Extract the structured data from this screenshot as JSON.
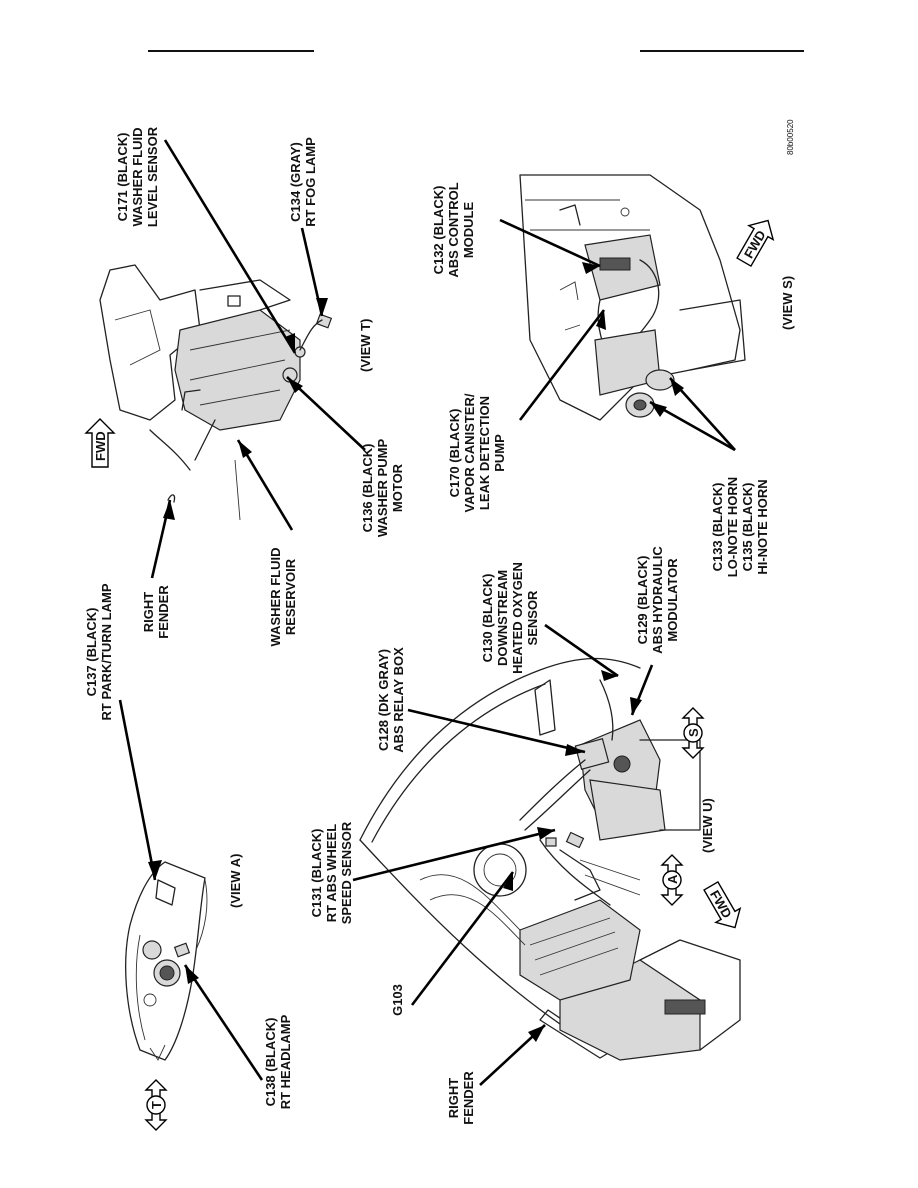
{
  "header": {
    "left_rule": "",
    "right_rule": ""
  },
  "figure_id": "80b00520",
  "views": {
    "view_a": "(VIEW A)",
    "view_u": "(VIEW U)",
    "view_t": "(VIEW T)",
    "view_s": "(VIEW S)"
  },
  "direction_markers": {
    "fwd_t": "FWD",
    "fwd_u": "FWD",
    "fwd_s": "FWD",
    "a": "A",
    "s": "S",
    "t": "T"
  },
  "labels": {
    "c137": [
      "C137 (BLACK)",
      "RT PARK/TURN LAMP"
    ],
    "c138": [
      "C138 (BLACK)",
      "RT HEADLAMP"
    ],
    "c131": [
      "C131 (BLACK)",
      "RT ABS WHEEL",
      "SPEED SENSOR"
    ],
    "g103": [
      "G103"
    ],
    "right_fender_u": [
      "RIGHT",
      "FENDER"
    ],
    "c128": [
      "C128 (DK GRAY)",
      "ABS RELAY BOX"
    ],
    "c130": [
      "C130 (BLACK)",
      "DOWNSTREAM",
      "HEATED OXYGEN",
      "SENSOR"
    ],
    "c129": [
      "C129 (BLACK)",
      "ABS HYDRAULIC",
      "MODULATOR"
    ],
    "right_fender_t": [
      "RIGHT",
      "FENDER"
    ],
    "washer_reservoir": [
      "WASHER FLUID",
      "RESERVOIR"
    ],
    "c136": [
      "C136 (BLACK)",
      "WASHER PUMP",
      "MOTOR"
    ],
    "c171": [
      "C171 (BLACK)",
      "WASHER FLUID",
      "LEVEL SENSOR"
    ],
    "c134": [
      "C134 (GRAY)",
      "RT FOG LAMP"
    ],
    "c170": [
      "C170 (BLACK)",
      "VAPOR CANISTER/",
      "LEAK DETECTION",
      "PUMP"
    ],
    "c132": [
      "C132 (BLACK)",
      "ABS CONTROL",
      "MODULE"
    ],
    "c133_c135": [
      "C133 (BLACK)",
      "LO-NOTE HORN",
      "C135 (BLACK)",
      "HI-NOTE HORN"
    ]
  }
}
